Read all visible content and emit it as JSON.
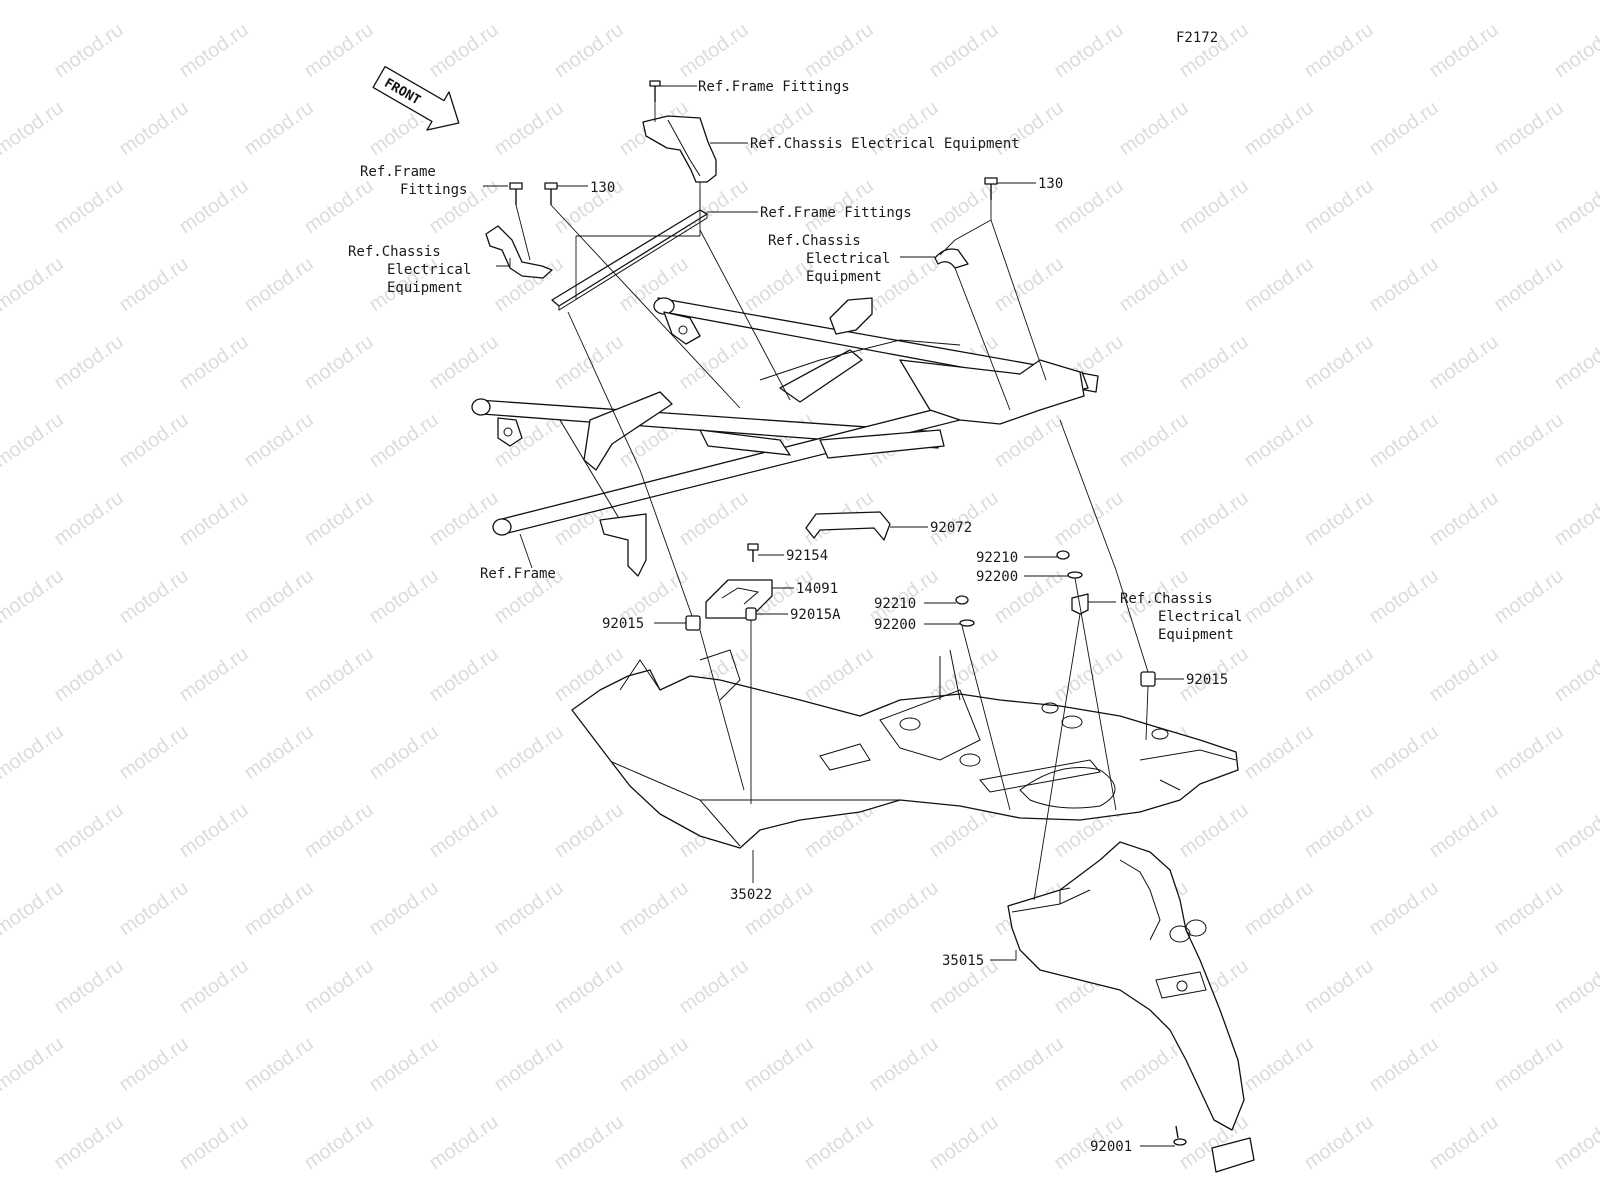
{
  "diagram_id": "F2172",
  "watermark_text": "motod.ru",
  "front_arrow_label": "FRONT",
  "labels": {
    "bolt130_left": "130",
    "bolt130_right": "130",
    "ref_frame_fittings_top": "Ref.Frame Fittings",
    "ref_chassis_top": "Ref.Chassis Electrical Equipment",
    "ref_frame_fittings_mid": "Ref.Frame Fittings",
    "ref_frame_fittings_left_1": "Ref.Frame",
    "ref_frame_fittings_left_2": "Fittings",
    "ref_chassis_left_1": "Ref.Chassis",
    "ref_chassis_left_2": "Electrical",
    "ref_chassis_left_3": "Equipment",
    "ref_chassis_right_1": "Ref.Chassis",
    "ref_chassis_right_2": "Electrical",
    "ref_chassis_right_3": "Equipment",
    "ref_chassis_lower_1": "Ref.Chassis",
    "ref_chassis_lower_2": "Electrical",
    "ref_chassis_lower_3": "Equipment",
    "ref_frame": "Ref.Frame",
    "p92072": "92072",
    "p92154": "92154",
    "p14091": "14091",
    "p92015_left": "92015",
    "p92015A": "92015A",
    "p92210_a": "92210",
    "p92200_a": "92200",
    "p92210_b": "92210",
    "p92200_b": "92200",
    "p92015_right": "92015",
    "p35022": "35022",
    "p35015": "35015",
    "p92001": "92001"
  },
  "colors": {
    "line": "#111111",
    "watermark": "#dcdcdc",
    "background": "#ffffff"
  }
}
